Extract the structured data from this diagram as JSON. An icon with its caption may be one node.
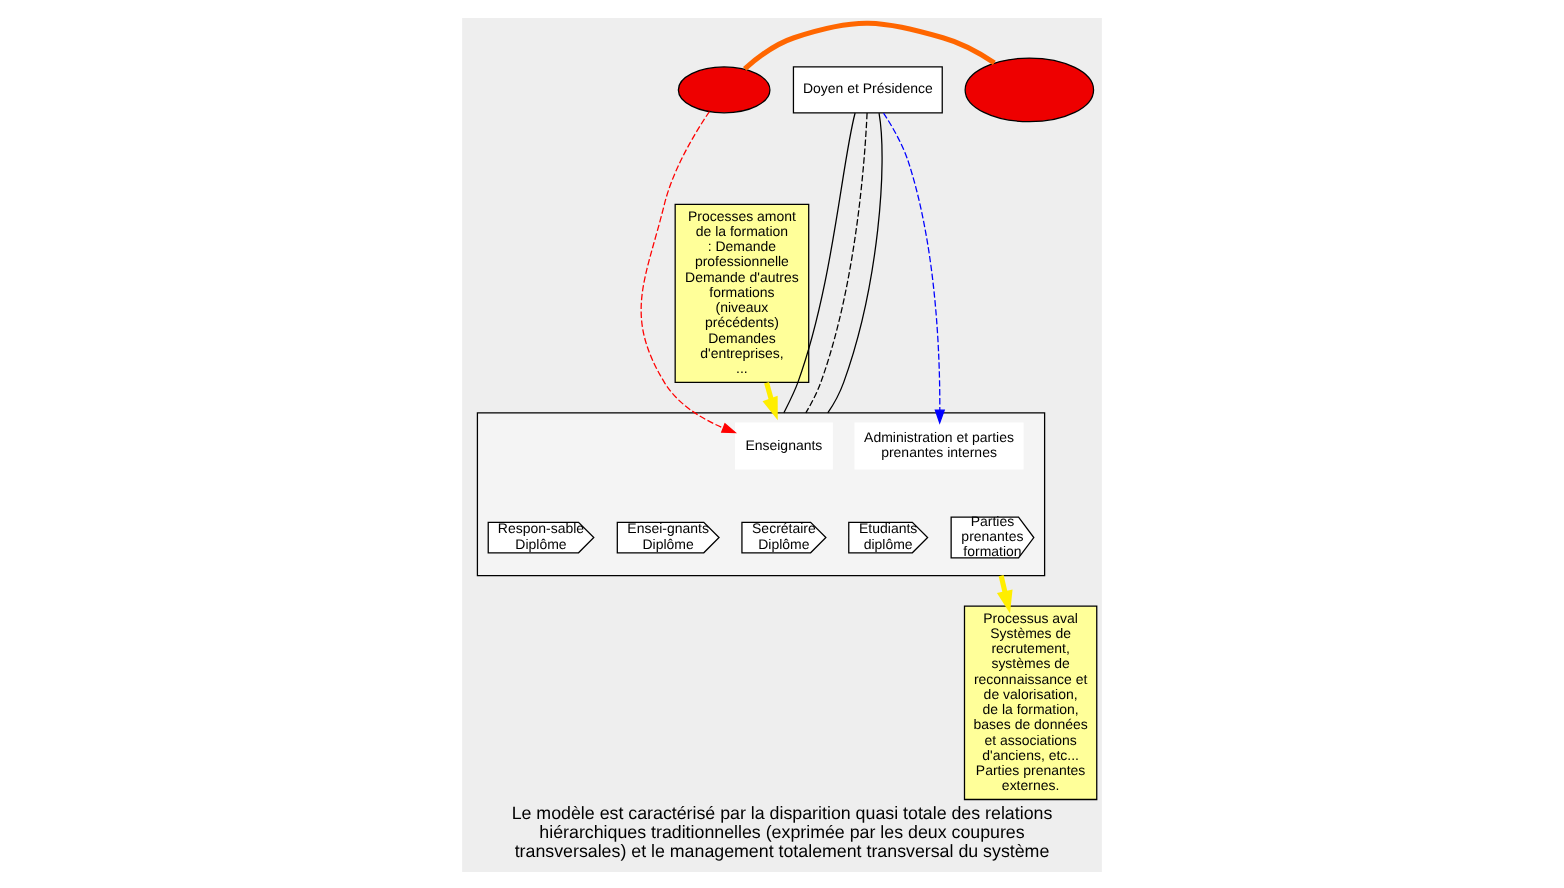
{
  "diagram": {
    "caption": "Le modèle est caractérisé par la disparition quasi totale des relations hiérarchiques traditionnelles (exprimée par les deux coupures transversales) et le management totalement transversal du système",
    "nodes": [
      {
        "text": [
          "Processes amont de la formation : Demande professionnelle Demande d'autres formations (niveaux précédents) Demandes d'entreprises, ..."
        ]
      },
      {
        "text": [
          "Processus aval Systèmes de recrutement, systèmes de reconnaissance et de valorisation, de la formation, bases de données et associations d'anciens, etc... Parties prenantes externes."
        ]
      },
      {
        "text": [
          "Doyen et Présidence"
        ]
      },
      {
        "text": [],
        "shape": "ellipse"
      },
      {
        "text": [],
        "shape": "ellipse"
      },
      {
        "text": [],
        "shape": "box"
      },
      {
        "text": [
          "Enseignants"
        ],
        "in": 5
      },
      {
        "text": [
          "Administration et parties prenantes internes"
        ],
        "in": 5
      },
      {
        "text": [
          "Respon-sable Diplôme"
        ],
        "in": 5
      },
      {
        "text": [
          "Ensei-gnants Diplôme"
        ],
        "in": 5
      },
      {
        "text": [
          "Secrétaire Diplôme"
        ],
        "in": 5
      },
      {
        "text": [
          "Etudiants diplôme"
        ],
        "in": 5
      },
      {
        "text": [
          "Parties prenantes formation"
        ],
        "in": 5
      }
    ],
    "edges": [
      {
        "from": 0,
        "to": 5,
        "arrow": "to",
        "style": "thick",
        "color": "#ffee00"
      },
      {
        "from": 5,
        "to": 1,
        "arrow": "to",
        "style": "thick",
        "color": "#ffee00"
      },
      {
        "from": 3,
        "to": 4,
        "arrow": "none",
        "style": "thick",
        "color": "#ff6600"
      },
      {
        "from": 2,
        "to": 5,
        "arrow": "none"
      },
      {
        "from": 2,
        "to": 5,
        "arrow": "none",
        "style": "dashed"
      },
      {
        "from": 2,
        "to": 5,
        "arrow": "none"
      },
      {
        "from": 3,
        "to": 6,
        "arrow": "to",
        "style": "dashed",
        "color": "#ff0000"
      },
      {
        "from": 2,
        "to": 7,
        "arrow": "to",
        "style": "dashed",
        "color": "#0000ff"
      }
    ]
  }
}
